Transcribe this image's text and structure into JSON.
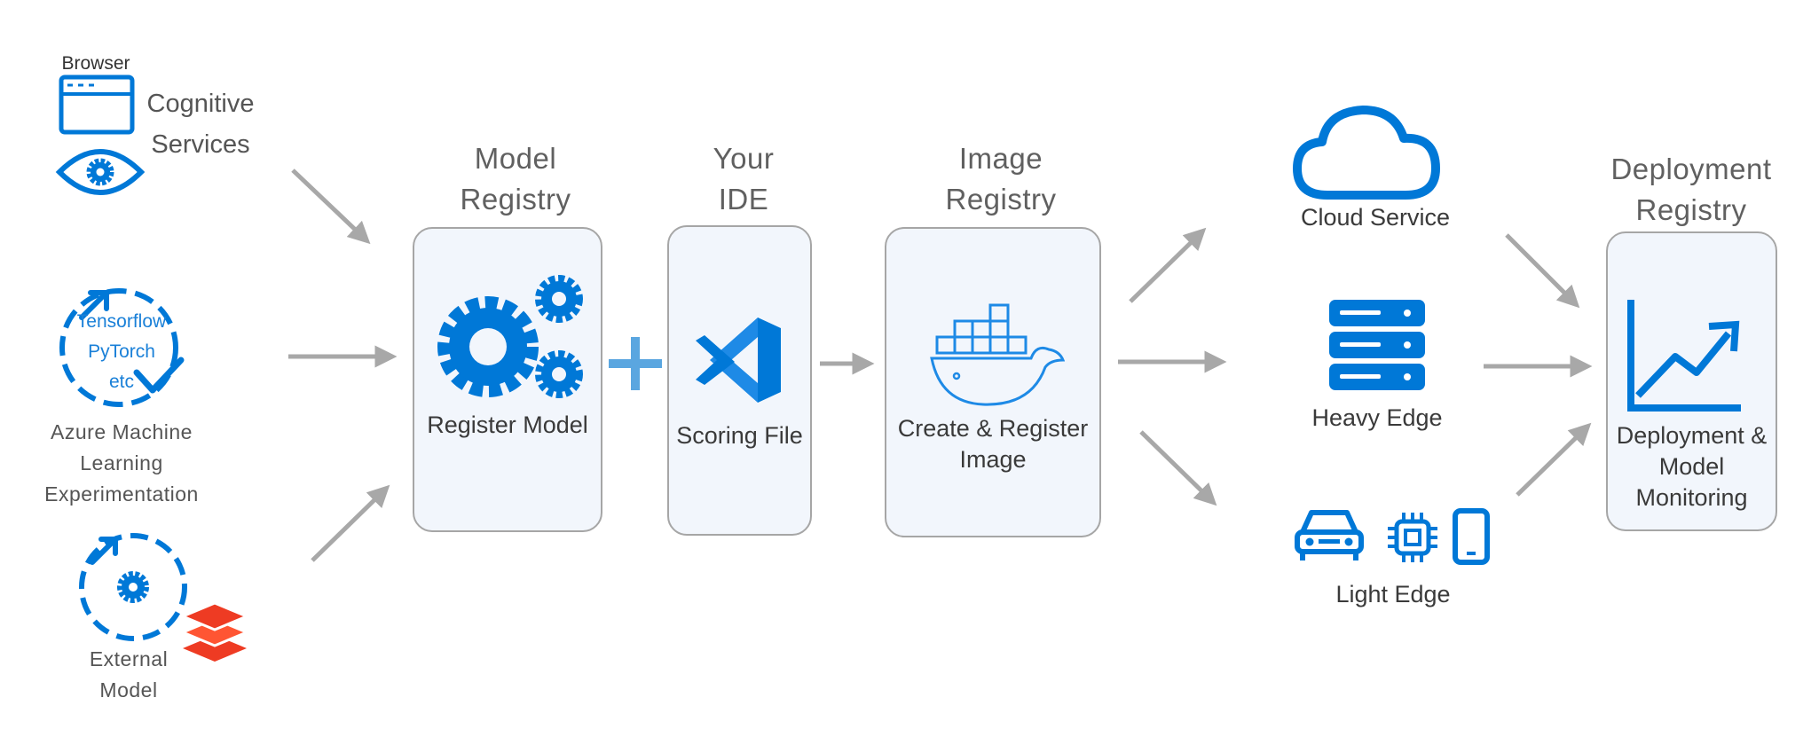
{
  "sources": {
    "cognitive": {
      "browser_label": "Browser",
      "title_line1": "Cognitive",
      "title_line2": "Services"
    },
    "azure_ml": {
      "frameworks_line1": "Tensorflow",
      "frameworks_line2": "PyTorch",
      "frameworks_line3": "etc",
      "title_line1": "Azure Machine",
      "title_line2": "Learning",
      "title_line3": "Experimentation"
    },
    "external": {
      "title_line1": "External",
      "title_line2": "Model"
    }
  },
  "stages": {
    "model_registry": {
      "heading_line1": "Model",
      "heading_line2": "Registry",
      "label": "Register Model"
    },
    "ide": {
      "heading_line1": "Your",
      "heading_line2": "IDE",
      "label": "Scoring File"
    },
    "image_registry": {
      "heading_line1": "Image",
      "heading_line2": "Registry",
      "label_line1": "Create & Register",
      "label_line2": "Image"
    },
    "deployment_registry": {
      "heading_line1": "Deployment",
      "heading_line2": "Registry",
      "label_line1": "Deployment &",
      "label_line2": "Model",
      "label_line3": "Monitoring"
    }
  },
  "targets": {
    "cloud": "Cloud Service",
    "heavy_edge": "Heavy Edge",
    "light_edge": "Light Edge"
  },
  "colors": {
    "azure_blue": "#0078d7",
    "light_blue": "#5aa6e0",
    "arrow_gray": "#a8a8a8",
    "box_fill": "#f2f6fc",
    "box_border": "#a6a6a6",
    "databricks_red": "#ee3b23"
  }
}
